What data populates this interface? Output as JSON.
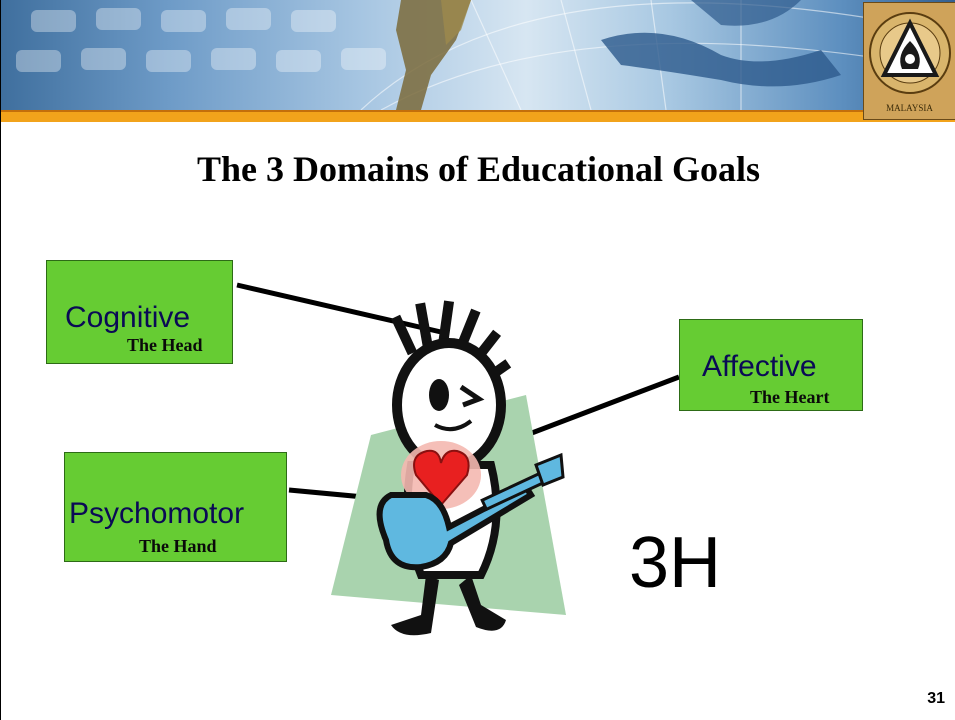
{
  "slide": {
    "title": "The 3 Domains of Educational Goals",
    "big_label": "3H",
    "page_number": "31"
  },
  "domains": [
    {
      "name": "Cognitive",
      "sub": "The Head"
    },
    {
      "name": "Affective",
      "sub": "The Heart"
    },
    {
      "name": "Psychomotor",
      "sub": "The Hand"
    }
  ],
  "logo": {
    "text": "MALAYSIA"
  },
  "colors": {
    "box_fill": "#66cc33",
    "box_text": "#0a0a55",
    "accent_bar": "#f2a31b",
    "heart": "#e82020",
    "guitar": "#5fb8e0"
  },
  "icons": [
    "globe-banner-image",
    "logo-emblem-icon",
    "guitarist-clipart-image",
    "heart-icon"
  ]
}
